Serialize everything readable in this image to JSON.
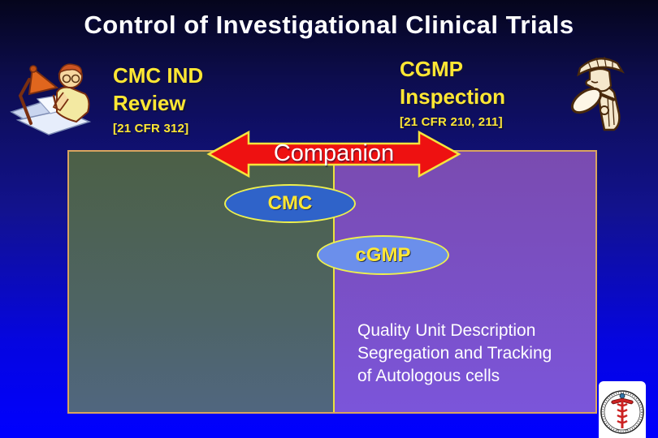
{
  "slide": {
    "title": "Control of Investigational Clinical Trials",
    "left_heading": {
      "line1": "CMC IND",
      "line2": "Review",
      "cfr": "[21 CFR 312]"
    },
    "right_heading": {
      "line1": "CGMP",
      "line2": "Inspection",
      "cfr": "[21 CFR 210, 211]"
    },
    "arrow_label": "Companion",
    "ovals": {
      "cmc_label": "CMC",
      "cgmp_label": "cGMP"
    },
    "right_panel_text": {
      "line1": "Quality Unit Description",
      "line2": "Segregation and Tracking",
      "line3": "of Autologous cells"
    },
    "icons": {
      "left": "writer-at-desk-clipart",
      "right": "detective-magnifier-clipart",
      "bottom_right": "fda-caduceus-seal"
    },
    "colors": {
      "background_top": "#05051c",
      "background_bottom": "#0000ff",
      "accent_yellow": "#ffe733",
      "arrow_red": "#ee1111",
      "panel_left_top": "#4c6046",
      "panel_left_bottom": "#50667f",
      "panel_right_top": "#7a4bb0",
      "panel_right_bottom": "#7b55da",
      "oval_cmc_fill": "#2f63c9",
      "oval_cgmp_fill": "#6b8feb",
      "panel_border_tan": "#d9a45f",
      "panel_divider_yellow": "#ece23e",
      "title_white": "#ffffff"
    }
  }
}
